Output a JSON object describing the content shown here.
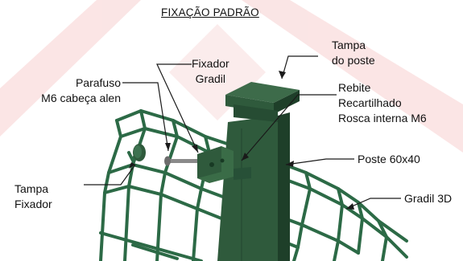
{
  "title": "FIXAÇÃO PADRÃO",
  "labels": {
    "tampa_poste": [
      "Tampa",
      "do poste"
    ],
    "fixador_gradil": [
      "Fixador",
      "Gradil"
    ],
    "parafuso": [
      "Parafuso",
      "M6 cabeça alen"
    ],
    "rebite": [
      "Rebite",
      "Recartilhado",
      "Rosca interna M6"
    ],
    "poste": "Poste 60x40",
    "tampa_fixador": [
      "Tampa",
      "Fixador"
    ],
    "gradil": "Gradil 3D"
  },
  "colors": {
    "post_green": "#2f5a3c",
    "post_dark": "#1e3f29",
    "mesh_green": "#2c6a46",
    "watermark": "#f7d8d8",
    "leader": "#1a1a1a"
  }
}
